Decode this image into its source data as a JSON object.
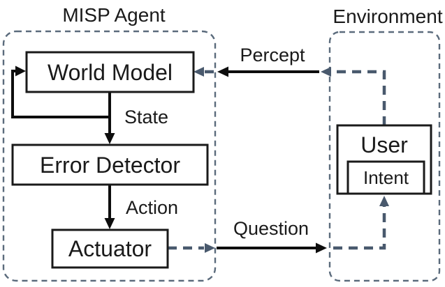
{
  "diagram": {
    "titles": {
      "agent": "MISP Agent",
      "environment": "Environment"
    },
    "nodes": {
      "world_model": "World Model",
      "error_detector": "Error Detector",
      "actuator": "Actuator",
      "user": "User",
      "intent": "Intent"
    },
    "edge_labels": {
      "percept": "Percept",
      "state": "State",
      "action": "Action",
      "question": "Question"
    },
    "colors": {
      "background": "#ffffff",
      "box_fill": "#ffffff",
      "box_border": "#1a1a1a",
      "solid_arrow": "#0d0d0d",
      "dashed_container_border": "#5b6b7c",
      "dashed_arrow": "#49596d",
      "text": "#1a1a1a"
    }
  }
}
